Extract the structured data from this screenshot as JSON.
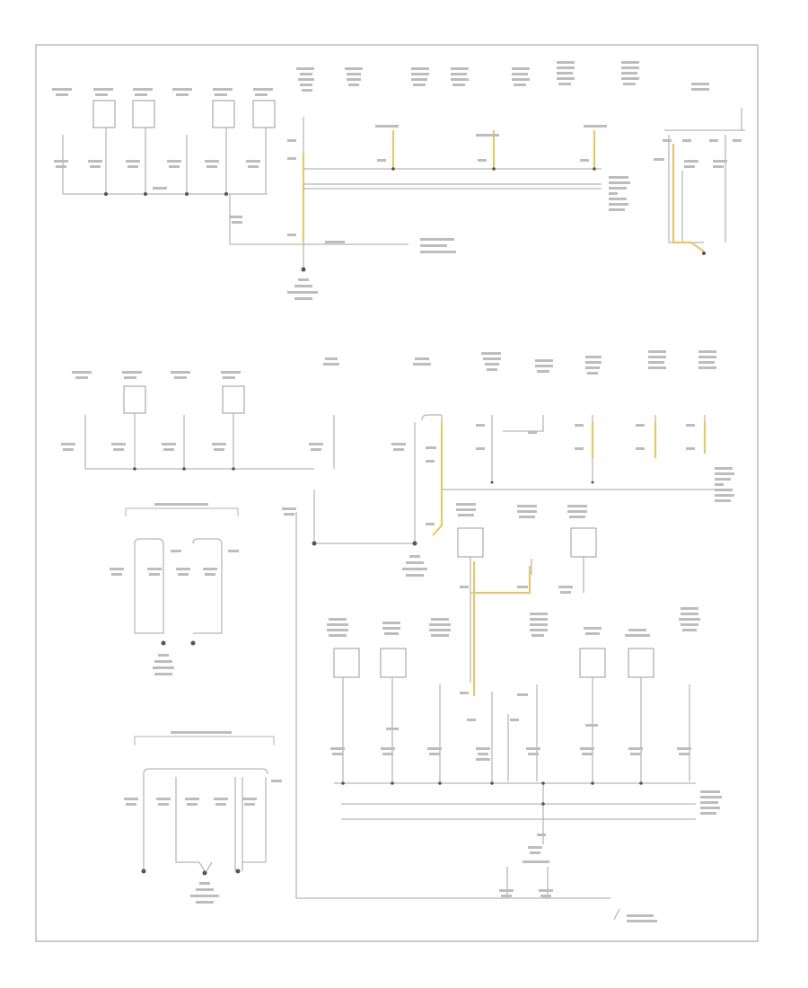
{
  "diagram": {
    "footer_code": "",
    "labels_legible": false,
    "colors": {
      "frame": "#9a9a9a",
      "wire": "#b8b8b8",
      "highlighted_wire": "#e6c86a",
      "splice": "#555555",
      "background": "#ffffff"
    },
    "sections": [
      "top-ground-distribution",
      "middle-left-injector-grounds",
      "engine-control-module-grounds-upper",
      "center-ground-distribution",
      "engine-control-module-grounds-lower"
    ]
  }
}
